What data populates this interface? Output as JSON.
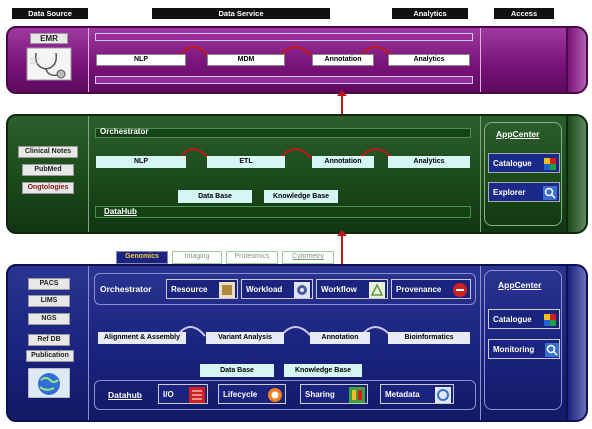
{
  "headers": {
    "data_source": "Data Source",
    "data_service": "Data Service",
    "analytics": "Analytics",
    "access": "Access"
  },
  "top_layer": {
    "source": "EMR",
    "services": [
      "NLP",
      "MDM",
      "Annotation",
      "Analytics"
    ]
  },
  "middle_layer": {
    "sources": [
      "Clinical Notes",
      "PubMed",
      "Ongtologies"
    ],
    "orchestrator": "Orchestrator",
    "services": [
      "NLP",
      "ETL",
      "Annotation",
      "Analytics"
    ],
    "stores": [
      "Data Base",
      "Knowledge Base"
    ],
    "datahub": "DataHub",
    "appcenter": "AppCenter",
    "apps": [
      "Catalogue",
      "Explorer"
    ]
  },
  "bottom_layer": {
    "tabs": [
      "Genomics",
      "Imaging",
      "Proteomics",
      "Cytometry"
    ],
    "sources": [
      "PACS",
      "LIMS",
      "NGS",
      "Ref DB",
      "Publication"
    ],
    "orchestrator": "Orchestrator",
    "orchestrator_items": [
      "Resource",
      "Workload",
      "Workflow",
      "Provenance"
    ],
    "pipeline": [
      "Alignment & Assembly",
      "Variant Analysis",
      "Annotation",
      "Bioinformatics"
    ],
    "stores": [
      "Data Base",
      "Knowledge Base"
    ],
    "datahub": "Datahub",
    "datahub_items": [
      "I/O",
      "Lifecycle",
      "Sharing",
      "Metadata"
    ],
    "appcenter": "AppCenter",
    "apps": [
      "Catalogue",
      "Monitoring"
    ]
  },
  "colors": {
    "purple": "#8a1a8a",
    "green": "#1b4a1b",
    "navy": "#1a237e",
    "connector": "#c01818"
  }
}
